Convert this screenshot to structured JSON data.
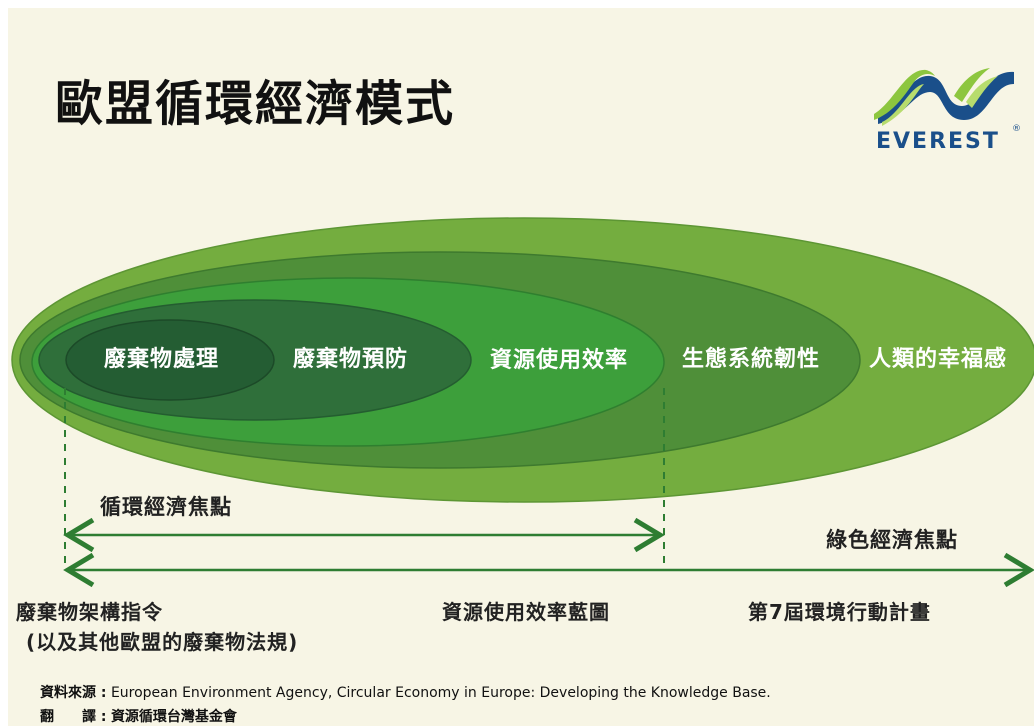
{
  "title": "歐盟循環經濟模式",
  "logo": {
    "brand": "EVEREST",
    "mark": "®"
  },
  "colors": {
    "background": "#f7f5e5",
    "ring_outer": "#74ad3f",
    "ring_ecosystem": "#4f8f39",
    "ring_resource": "#3d9f3b",
    "ring_prevention": "#2f6f3a",
    "ring_disposal": "#245d33",
    "arrow": "#2e7d32",
    "logo_blue": "#1a4f8a",
    "logo_green": "#8dc63f"
  },
  "rings": {
    "waste_disposal": "廢棄物處理",
    "waste_prevention": "廢棄物預防",
    "resource_efficiency": "資源使用效率",
    "ecosystem_resilience": "生態系統韌性",
    "human_wellbeing": "人類的幸福感"
  },
  "focus": {
    "circular_economy": "循環經濟焦點",
    "green_economy": "綠色經濟焦點"
  },
  "policies": {
    "waste_framework": "廢棄物架構指令",
    "waste_framework_note": "(以及其他歐盟的廢棄物法規)",
    "resource_roadmap": "資源使用效率藍圖",
    "eap7": "第7屆環境行動計畫"
  },
  "source": {
    "source_label": "資料來源 :",
    "source_text": "European Environment Agency, Circular Economy in Europe: Developing the Knowledge Base.",
    "translation_label": "翻　　譯 :",
    "translation_text": "資源循環台灣基金會"
  }
}
